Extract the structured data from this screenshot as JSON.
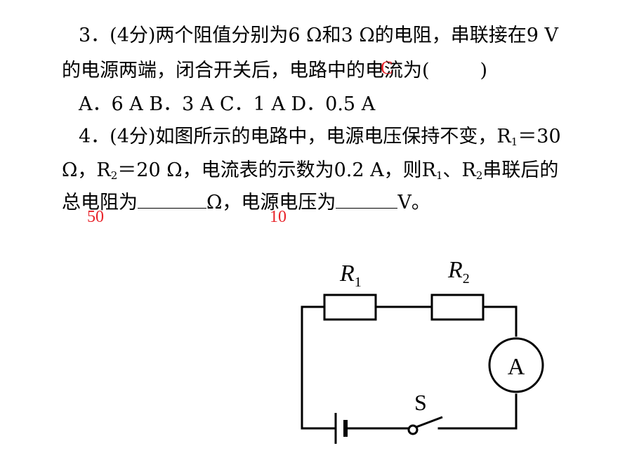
{
  "q3": {
    "line1": "3．(4分)两个阻值分别为6 Ω和3 Ω的电阻，串联接在9 V",
    "line2_a": "的电源两端，闭合开关后，电路中的电流为(",
    "line2_b": ")",
    "options": "A．6 A  B．3 A  C．1 A  D．0.5 A",
    "answer": "C"
  },
  "q4": {
    "line1": "4．(4分)如图所示的电路中，电源电压保持不变，R",
    "line1_sub": "1",
    "line1_end": "＝30",
    "line2_a": "Ω，R",
    "line2_sub1": "2",
    "line2_b": "＝20 Ω，电流表的示数为0.2 A，则R",
    "line2_sub2": "1",
    "line2_c": "、R",
    "line2_sub3": "2",
    "line2_d": "串联后的",
    "line3_a": "总电阻为",
    "line3_b": "Ω，电源电压为",
    "line3_c": "V。",
    "answer1": "50",
    "answer2": "10"
  },
  "circuit": {
    "r1_label": "R",
    "r1_sub": "1",
    "r2_label": "R",
    "r2_sub": "2",
    "ammeter_label": "A",
    "switch_label": "S"
  }
}
